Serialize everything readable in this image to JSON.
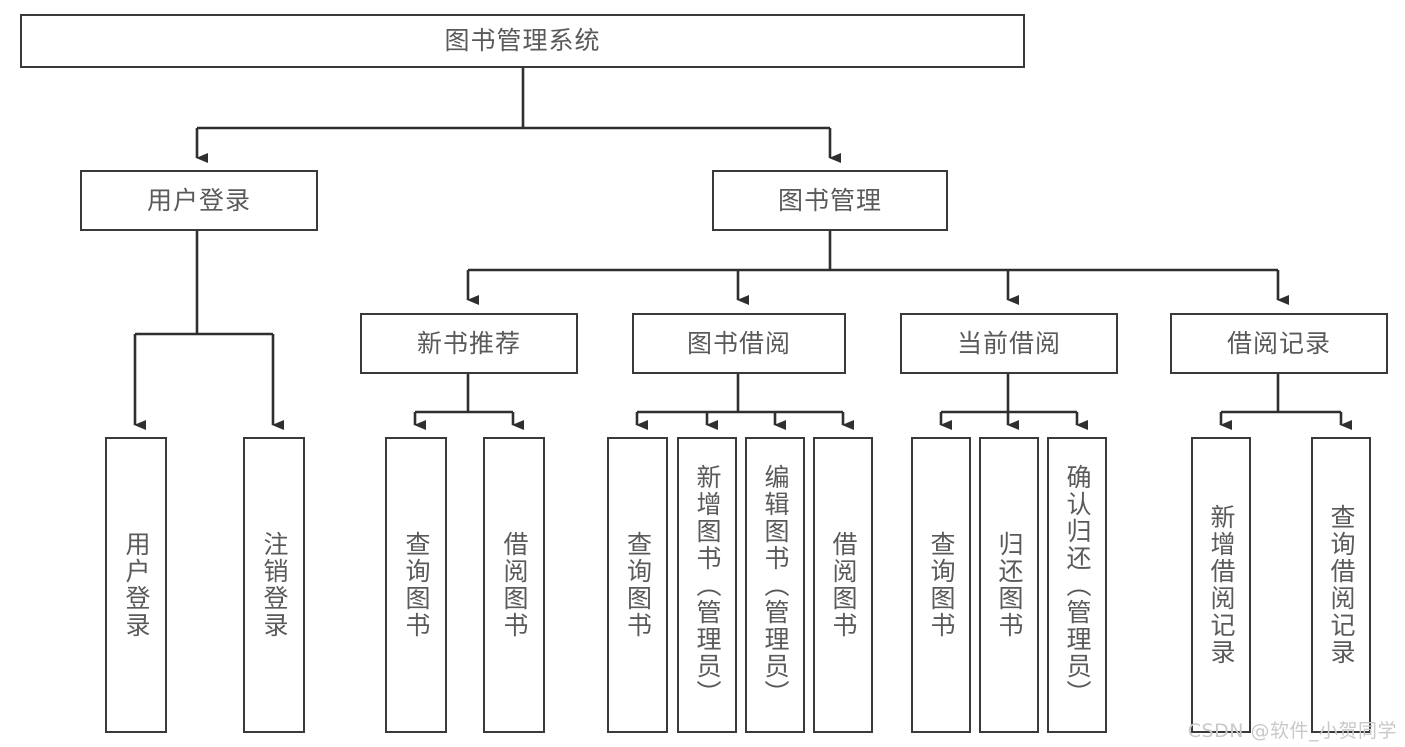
{
  "diagram": {
    "type": "tree-hierarchy-chart",
    "title": "图书管理系统",
    "root": {
      "label": "图书管理系统"
    },
    "level2": [
      {
        "id": "user-login",
        "label": "用户登录"
      },
      {
        "id": "book-manage",
        "label": "图书管理"
      }
    ],
    "level3": [
      {
        "id": "new-book-rec",
        "label": "新书推荐"
      },
      {
        "id": "book-borrow",
        "label": "图书借阅"
      },
      {
        "id": "current-borrow",
        "label": "当前借阅"
      },
      {
        "id": "borrow-record",
        "label": "借阅记录"
      }
    ],
    "leaves": [
      {
        "id": "leaf-user-login",
        "label": "用户登录",
        "parent": "user-login"
      },
      {
        "id": "leaf-user-logout",
        "label": "注销登录",
        "parent": "user-login"
      },
      {
        "id": "leaf-query-book-1",
        "label": "查询图书",
        "parent": "new-book-rec"
      },
      {
        "id": "leaf-borrow-book-1",
        "label": "借阅图书",
        "parent": "new-book-rec"
      },
      {
        "id": "leaf-query-book-2",
        "label": "查询图书",
        "parent": "book-borrow"
      },
      {
        "id": "leaf-add-book",
        "label": "新增图书（管理员）",
        "parent": "book-borrow"
      },
      {
        "id": "leaf-edit-book",
        "label": "编辑图书（管理员）",
        "parent": "book-borrow"
      },
      {
        "id": "leaf-borrow-book-2",
        "label": "借阅图书",
        "parent": "book-borrow"
      },
      {
        "id": "leaf-query-book-3",
        "label": "查询图书",
        "parent": "current-borrow"
      },
      {
        "id": "leaf-return-book",
        "label": "归还图书",
        "parent": "current-borrow"
      },
      {
        "id": "leaf-confirm-return",
        "label": "确认归还（管理员）",
        "parent": "current-borrow"
      },
      {
        "id": "leaf-add-record",
        "label": "新增借阅记录",
        "parent": "borrow-record"
      },
      {
        "id": "leaf-query-record",
        "label": "查询借阅记录",
        "parent": "borrow-record"
      }
    ],
    "colors": {
      "box_border": "#3a3a3a",
      "box_fill": "#ffffff",
      "text": "#5a5a5a",
      "connector": "#2f2f2f",
      "watermark": "#c9c9c9"
    }
  },
  "watermark": {
    "text": "CSDN @软件_小贺同学"
  }
}
